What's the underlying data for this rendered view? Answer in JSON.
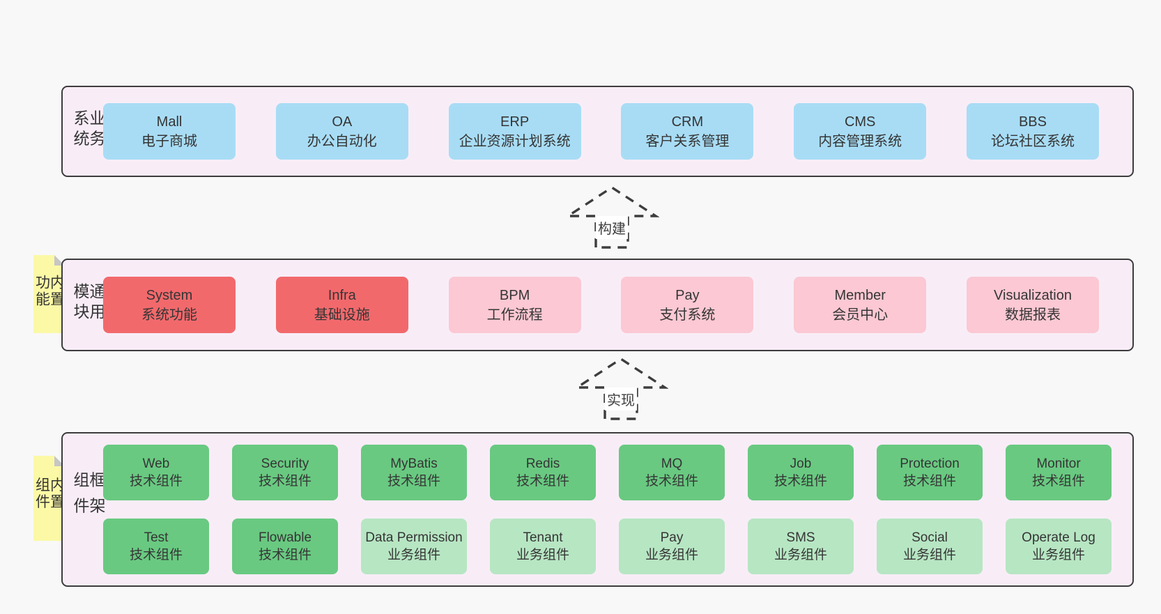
{
  "colors": {
    "page_bg": "#f8f8f8",
    "container_bg": "#f8edf7",
    "container_border": "#3c3c3c",
    "blue_box": "#a8dcf5",
    "red_box": "#f2696c",
    "pink_box": "#fbc8d3",
    "green_box": "#69c981",
    "light_green_box": "#b7e6c3",
    "note_yellow": "#fbf9a6",
    "note_fold": "#c6c6c6",
    "text": "#363636",
    "arrow_stroke": "#3d3d3d"
  },
  "sections": [
    {
      "id": "business-systems",
      "label": "业务系统",
      "rows": [
        [
          {
            "title": "Mall",
            "subtitle": "电子商城"
          },
          {
            "title": "OA",
            "subtitle": "办公自动化"
          },
          {
            "title": "ERP",
            "subtitle": "企业资源计划系统"
          },
          {
            "title": "CRM",
            "subtitle": "客户关系管理"
          },
          {
            "title": "CMS",
            "subtitle": "内容管理系统"
          },
          {
            "title": "BBS",
            "subtitle": "论坛社区系统"
          }
        ]
      ]
    },
    {
      "id": "common-modules",
      "label": "通用模块",
      "note": "内置功能",
      "rows": [
        [
          {
            "title": "System",
            "subtitle": "系统功能"
          },
          {
            "title": "Infra",
            "subtitle": "基础设施"
          },
          {
            "title": "BPM",
            "subtitle": "工作流程"
          },
          {
            "title": "Pay",
            "subtitle": "支付系统"
          },
          {
            "title": "Member",
            "subtitle": "会员中心"
          },
          {
            "title": "Visualization",
            "subtitle": "数据报表"
          }
        ]
      ]
    },
    {
      "id": "framework-components",
      "label": "框架组件",
      "note": "内置组件",
      "rows": [
        [
          {
            "title": "Web",
            "subtitle": "技术组件"
          },
          {
            "title": "Security",
            "subtitle": "技术组件"
          },
          {
            "title": "MyBatis",
            "subtitle": "技术组件"
          },
          {
            "title": "Redis",
            "subtitle": "技术组件"
          },
          {
            "title": "MQ",
            "subtitle": "技术组件"
          },
          {
            "title": "Job",
            "subtitle": "技术组件"
          },
          {
            "title": "Protection",
            "subtitle": "技术组件"
          },
          {
            "title": "Monitor",
            "subtitle": "技术组件"
          }
        ],
        [
          {
            "title": "Test",
            "subtitle": "技术组件"
          },
          {
            "title": "Flowable",
            "subtitle": "技术组件"
          },
          {
            "title": "Data Permission",
            "subtitle": "业务组件"
          },
          {
            "title": "Tenant",
            "subtitle": "业务组件"
          },
          {
            "title": "Pay",
            "subtitle": "业务组件"
          },
          {
            "title": "SMS",
            "subtitle": "业务组件"
          },
          {
            "title": "Social",
            "subtitle": "业务组件"
          },
          {
            "title": "Operate Log",
            "subtitle": "业务组件"
          }
        ]
      ]
    }
  ],
  "arrows": [
    {
      "label": "构建"
    },
    {
      "label": "实现"
    }
  ]
}
